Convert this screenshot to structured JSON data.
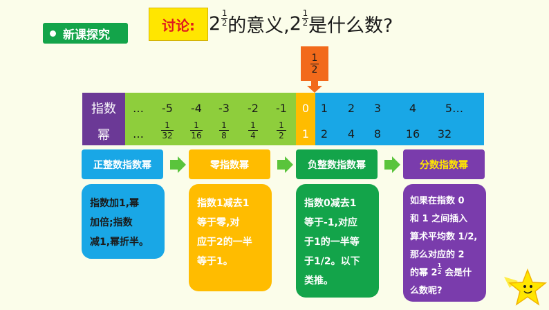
{
  "header": {
    "section_tag": "新课探究",
    "discuss_label": "讨论:",
    "title_base": "2",
    "title_mid": "的意义,",
    "title_end": "是什么数?",
    "exp_num": "1",
    "exp_den": "2"
  },
  "pointer": {
    "num": "1",
    "den": "2"
  },
  "table": {
    "row_label_exponent": "指数",
    "row_label_power": "幂",
    "exponents_neg": [
      "…",
      "-5",
      "-4",
      "-3",
      "-2",
      "-1"
    ],
    "exponent_zero": "0",
    "exponents_pos": [
      "1",
      "2",
      "3",
      "4",
      "5…"
    ],
    "power_ellipsis": "…",
    "powers_neg": [
      {
        "num": "1",
        "den": "32"
      },
      {
        "num": "1",
        "den": "16"
      },
      {
        "num": "1",
        "den": "8"
      },
      {
        "num": "1",
        "den": "4"
      },
      {
        "num": "1",
        "den": "2"
      }
    ],
    "power_zero": "1",
    "powers_pos": [
      "2",
      "4",
      "8",
      "16",
      "32"
    ]
  },
  "stages": [
    {
      "label": "正整数指数幂"
    },
    {
      "label": "零指数幂"
    },
    {
      "label": "负整数指数幂"
    },
    {
      "label": "分数指数幂"
    }
  ],
  "cards": {
    "c1_lines": [
      "指数加1,幂",
      "加倍;指数",
      "减1,幂折半。"
    ],
    "c2_lines": [
      "指数1减去1",
      "等于零,对",
      "应于2的一半",
      "等于1。"
    ],
    "c3_lines": [
      "指数0减去1",
      "等于-1,对应",
      "于1的一半等",
      "于1/2。以下",
      "类推。"
    ],
    "c4_lines": [
      "如果在指数 0",
      "和 1 之间插入",
      "算术平均数 1/2,",
      "那么对应的 2"
    ],
    "c4_l5_pre": "的幂",
    "c4_l5_base": "2",
    "c4_l5_num": "1",
    "c4_l5_den": "2",
    "c4_l5_post": "会是什",
    "c4_l6": "么数呢?"
  },
  "colors": {
    "section_tag": "#13a44a",
    "discuss_bg": "#ffe600",
    "discuss_text": "#e0191d",
    "pointer": "#f26a1b",
    "label_bg": "#6b3996",
    "negative_bg": "#8ece3c",
    "zero_bg": "#ffbc00",
    "positive_bg": "#19a7e6",
    "fraction_stage": "#7a3cac"
  },
  "icons": {
    "flow_arrow": "right-arrow-icon",
    "decoration": "star-icon"
  }
}
